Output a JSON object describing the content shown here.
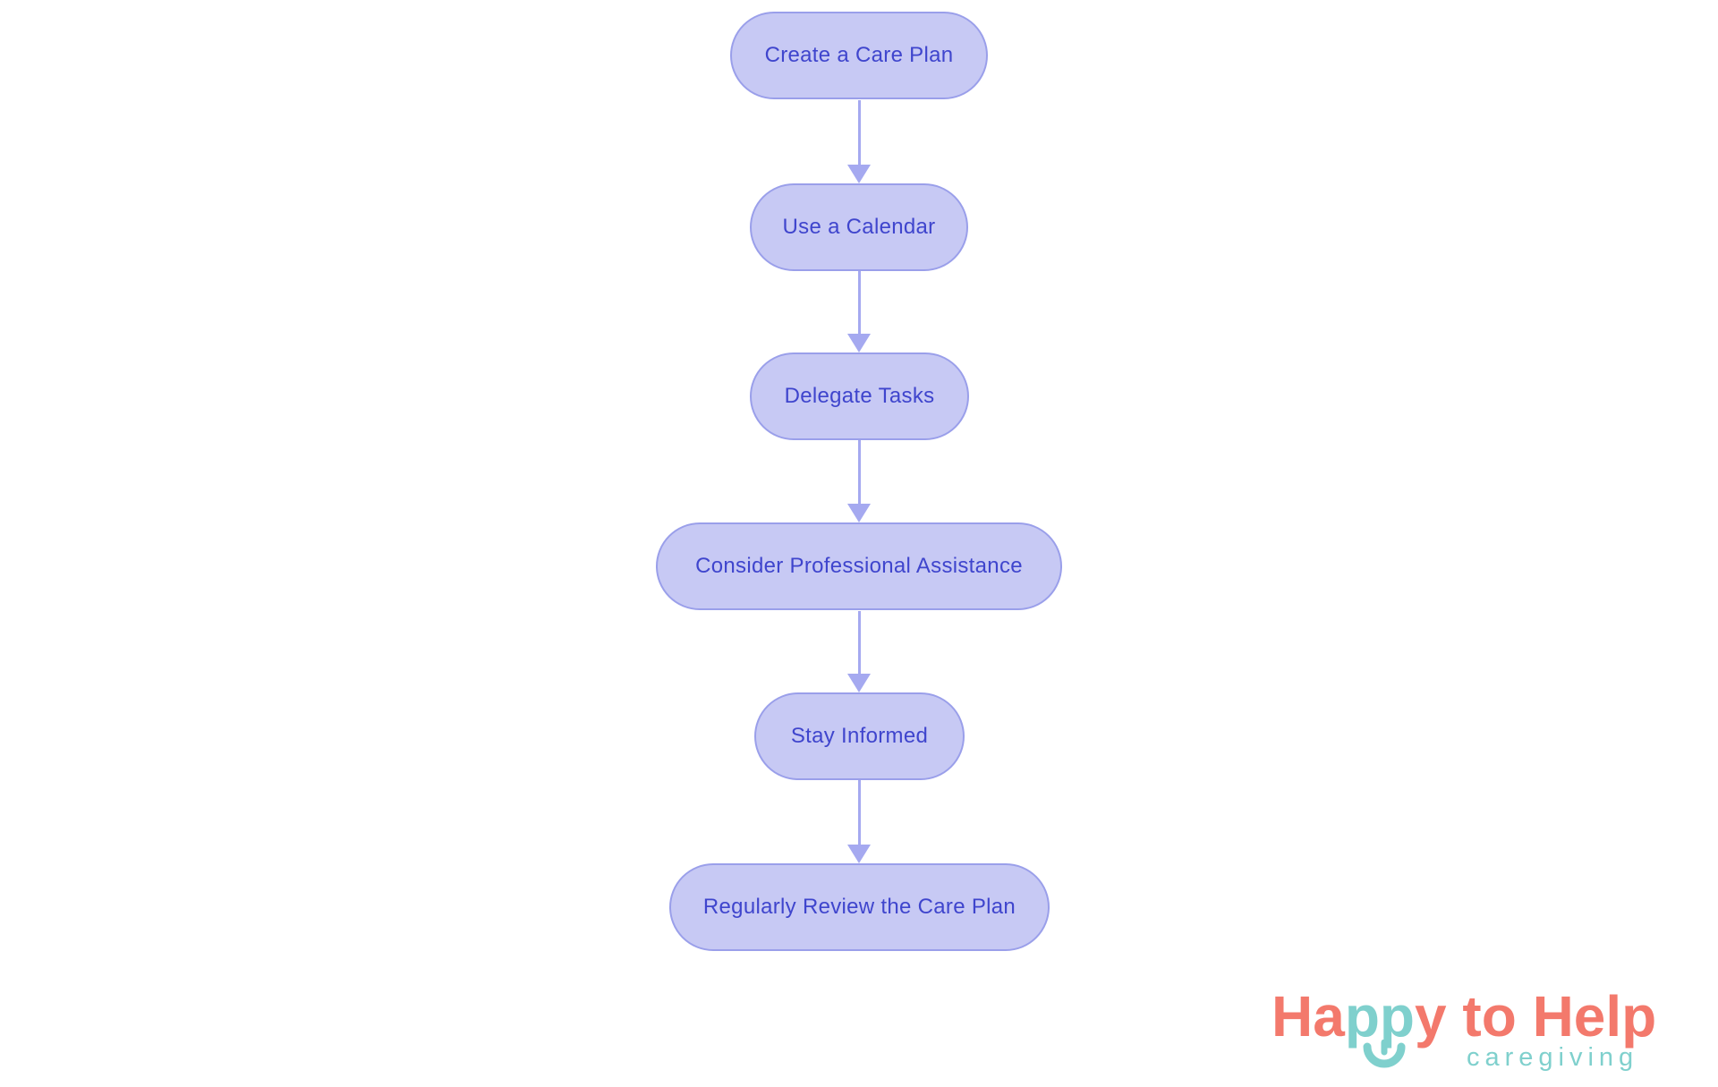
{
  "flowchart": {
    "nodes": [
      {
        "id": "create-care-plan",
        "label": "Create a Care Plan"
      },
      {
        "id": "use-calendar",
        "label": "Use a Calendar"
      },
      {
        "id": "delegate-tasks",
        "label": "Delegate Tasks"
      },
      {
        "id": "professional-assistance",
        "label": "Consider Professional Assistance"
      },
      {
        "id": "stay-informed",
        "label": "Stay Informed"
      },
      {
        "id": "review-care-plan",
        "label": "Regularly Review the Care Plan"
      }
    ],
    "edges": [
      {
        "from": "Create a Care Plan",
        "to": "Use a Calendar"
      },
      {
        "from": "Use a Calendar",
        "to": "Delegate Tasks"
      },
      {
        "from": "Delegate Tasks",
        "to": "Consider Professional Assistance"
      },
      {
        "from": "Consider Professional Assistance",
        "to": "Stay Informed"
      },
      {
        "from": "Stay Informed",
        "to": "Regularly Review the Care Plan"
      }
    ],
    "colors": {
      "node_fill": "#c7c9f4",
      "node_border": "#9a9fea",
      "node_text": "#3f45cd",
      "arrow": "#a5a9f0",
      "background": "#ffffff"
    }
  },
  "logo": {
    "word_parts": [
      {
        "text": "Ha"
      },
      {
        "text": "pp"
      },
      {
        "text": "y to Help"
      }
    ],
    "tagline": "caregiving",
    "colors": {
      "coral": "#f3796c",
      "teal": "#7fd0cd"
    }
  }
}
